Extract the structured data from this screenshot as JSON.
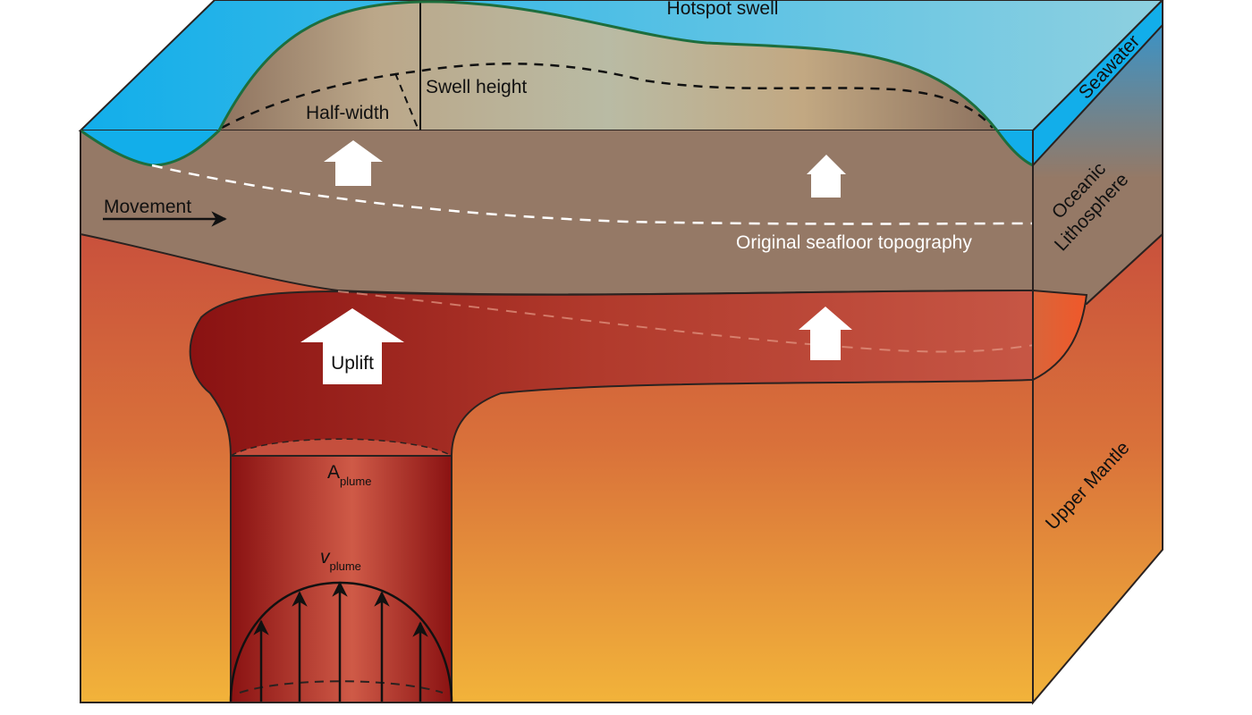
{
  "title": "Hotspot swell formation by mantle plume",
  "labels": {
    "hotspot_swell": "Hotspot swell",
    "swell_height": "Swell height",
    "half_width": "Half-width",
    "movement": "Movement",
    "original_seafloor": "Original seafloor topography",
    "uplift": "Uplift",
    "a_plume_main": "A",
    "a_plume_sub": "plume",
    "v_plume_main": "v",
    "v_plume_sub": "plume"
  },
  "layers": {
    "seawater": "Seawater",
    "oceanic_lithosphere_line1": "Oceanic",
    "oceanic_lithosphere_line2": "Lithosphere",
    "upper_mantle": "Upper Mantle"
  },
  "colors": {
    "seawater_top": "#2fb4e8",
    "seawater_side": "#12aeea",
    "lithosphere": "#957966",
    "swell_light": "#c3b596",
    "mantle_top": "#c9513c",
    "mantle_bottom": "#f2b33a",
    "plume_dark": "#8a1212",
    "plume_light": "#cf5a47",
    "swell_outline": "#1d6e3d",
    "outline": "#2a2220",
    "arrow_fill": "#ffffff"
  }
}
